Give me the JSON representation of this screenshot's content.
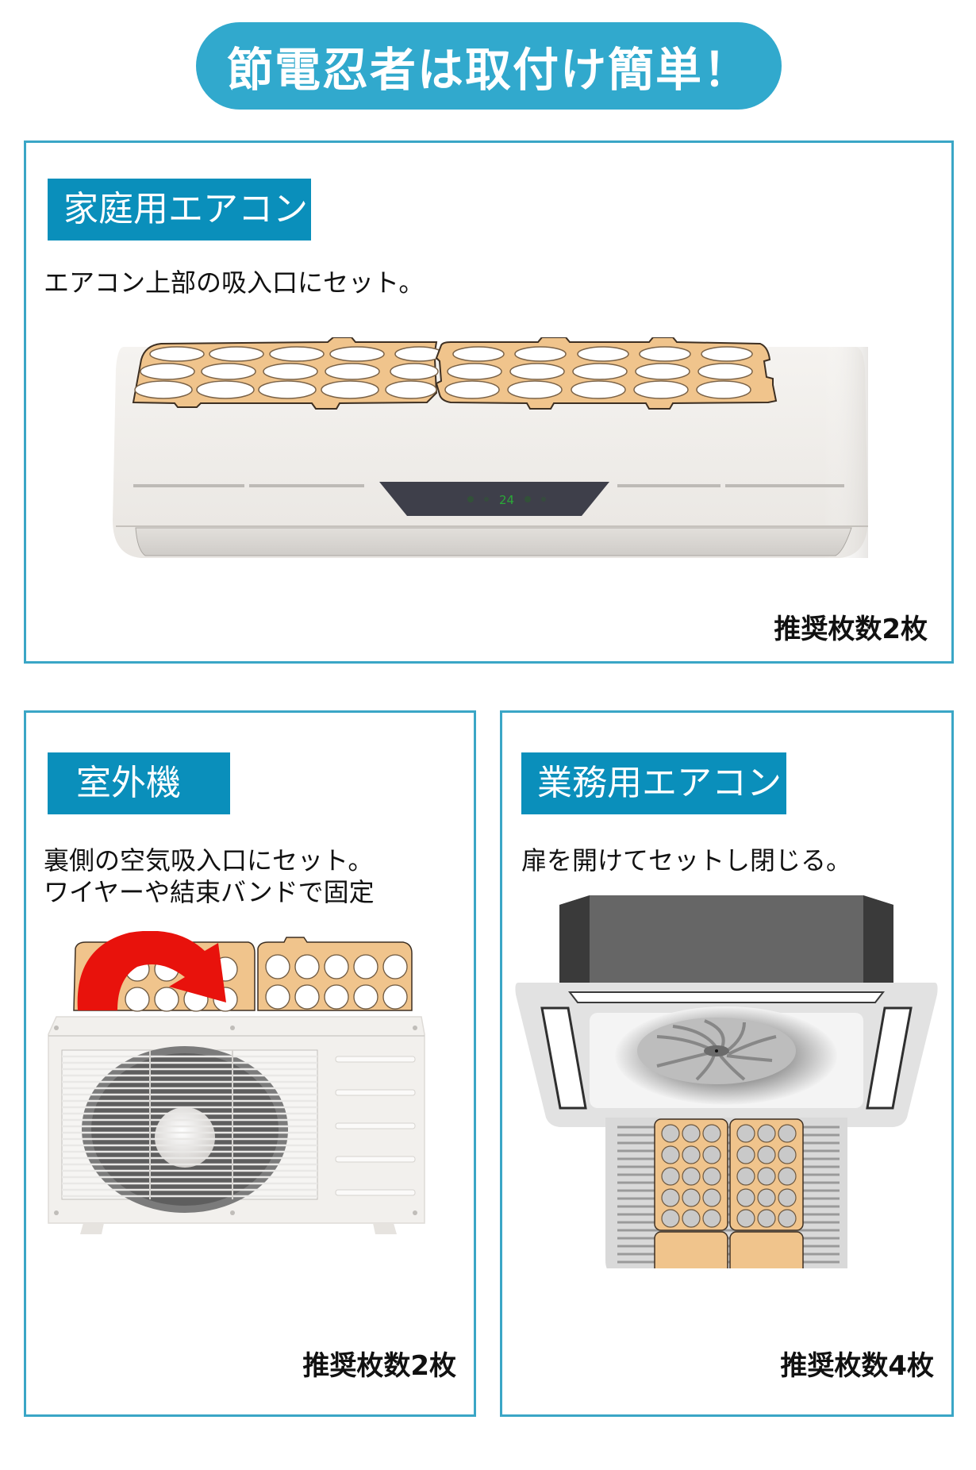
{
  "header": {
    "title": "節電忍者は取付け簡単！",
    "color": "#31a9cd"
  },
  "sections": {
    "home": {
      "label": "家庭用エアコン",
      "description": "エアコン上部の吸入口にセット。",
      "recommended": "推奨枚数2枚",
      "illustration": "wall-mounted-air-conditioner-with-filter-pads",
      "display_temp": "24"
    },
    "outdoor": {
      "label": "室外機",
      "description_lines": [
        "裏側の空気吸入口にセット。",
        "ワイヤーや結束バンドで固定"
      ],
      "recommended": "推奨枚数2枚",
      "illustration": "outdoor-unit-with-filter-pads-and-red-arrow"
    },
    "commercial": {
      "label": "業務用エアコン",
      "description": "扉を開けてセットし閉じる。",
      "recommended": "推奨枚数4枚",
      "illustration": "ceiling-cassette-air-conditioner-with-four-filter-pads"
    }
  },
  "colors": {
    "accent": "#0a8fbb",
    "border": "#3aa6c6",
    "pad": "#f0c48c",
    "pad_stroke": "#4a3a28",
    "arrow": "#e8120c"
  }
}
